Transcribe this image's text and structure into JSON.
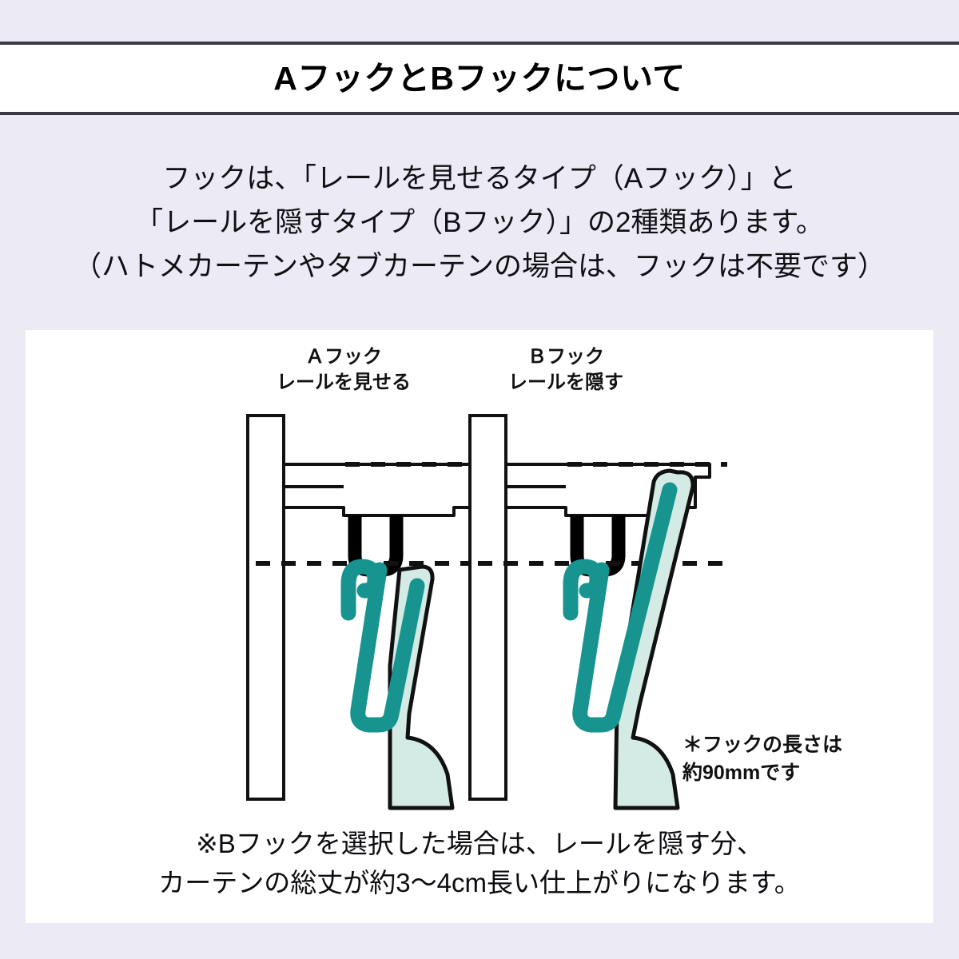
{
  "header": {
    "title": "AフックとBフックについて"
  },
  "intro": {
    "lines": [
      "フックは、「レールを見せるタイプ（Aフック）」と",
      "「レールを隠すタイプ（Bフック）」の2種類あります。",
      "（ハトメカーテンやタブカーテンの場合は、フックは不要です）"
    ]
  },
  "diagram": {
    "a_hook": {
      "title": "Ａフック",
      "subtitle": "レールを見せる"
    },
    "b_hook": {
      "title": "Ｂフック",
      "subtitle": "レールを隠す"
    },
    "hook_note": {
      "line1": "＊フックの長さは",
      "line2": "約90mmです"
    }
  },
  "bottom_note": {
    "lines": [
      "※Bフックを選択した場合は、レールを隠す分、",
      "カーテンの総丈が約3〜4cm長い仕上がりになります。"
    ]
  },
  "colors": {
    "background": "#eceaf4",
    "panel": "#ffffff",
    "border_dark": "#3a3a44",
    "hook_teal": "#179490",
    "curtain_fill": "#d3eae5",
    "outline": "#111111",
    "runner_black": "#000000"
  }
}
